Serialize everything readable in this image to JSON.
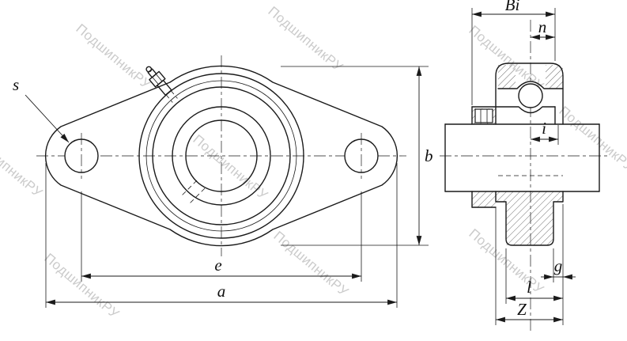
{
  "drawing": {
    "watermark": "ПодшипникРУ",
    "front_view": {
      "dim_s": "s",
      "dim_b": "b",
      "dim_e": "e",
      "dim_a": "a"
    },
    "side_view": {
      "dim_bi": "Bi",
      "dim_n": "n",
      "dim_i": "i",
      "dim_g": "g",
      "dim_l": "l",
      "dim_z": "Z"
    }
  }
}
